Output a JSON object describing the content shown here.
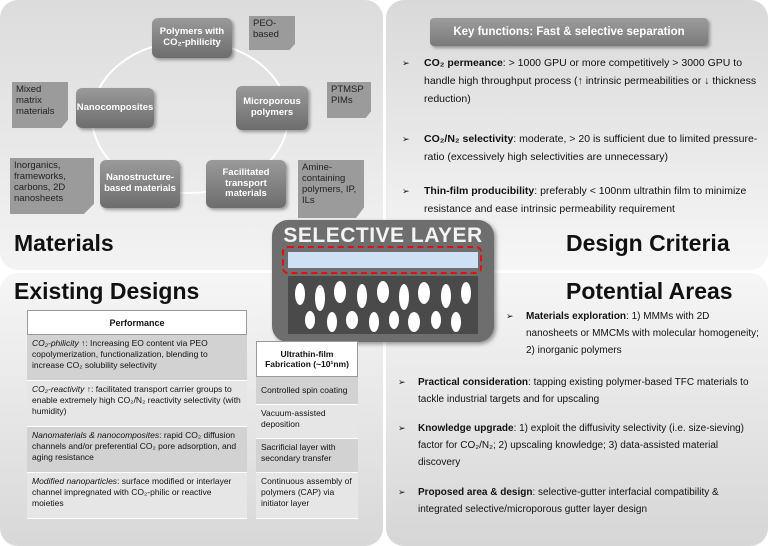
{
  "materials": {
    "title": "Materials",
    "center": "Polymers with CO₂-philicity",
    "microporous": "Microporous polymers",
    "facilitated": "Facilitated transport materials",
    "nanostructure": "Nanostructure-based materials",
    "nanocomposites": "Nanocomposites",
    "notes": {
      "peo": "PEO-based",
      "ptmsp": "PTMSP PIMs",
      "amine": "Amine-containing polymers, IP, ILs",
      "inorganics": "Inorganics, frameworks, carbons, 2D nanosheets",
      "mixed": "Mixed matrix materials"
    }
  },
  "design": {
    "title": "Design Criteria",
    "key_functions": "Key functions:  Fast & selective separation",
    "items": [
      {
        "head": "CO₂ permeance",
        "text": ": > 1000 GPU or more competitively > 3000 GPU to handle high throughput process (↑ intrinsic permeabilities or ↓ thickness reduction)"
      },
      {
        "head": "CO₂/N₂ selectivity",
        "text": ": moderate, > 20 is sufficient due to limited pressure-ratio (excessively high selectivities are unnecessary)"
      },
      {
        "head": "Thin-film producibility",
        "text": ": preferably < 100nm ultrathin film to minimize resistance and ease intrinsic permeability requirement"
      }
    ]
  },
  "center": {
    "label": "SELECTIVE LAYER"
  },
  "existing": {
    "title": "Existing Designs",
    "performance_header": "Performance",
    "performance_rows": [
      {
        "head": "CO₂-philicity ↑",
        "text": ": Increasing EO content via PEO copolymerization, functionalization, blending to increase CO₂ solubility selectivity"
      },
      {
        "head": "CO₂-reactivity ↑",
        "text": ": facilitated transport carrier groups to enable extremely high CO₂/N₂ reactivity selectivity (with humidity)"
      },
      {
        "head": "Nanomaterials & nanocomposites",
        "text": ": rapid CO₂ diffusion channels and/or preferential CO₂ pore adsorption, and aging resistance"
      },
      {
        "head": "Modified nanoparticles",
        "text": ": surface modified or interlayer channel impregnated with CO₂-philic or reactive moieties"
      }
    ],
    "fabrication_header": "Ultrathin-film Fabrication (~10¹nm)",
    "fabrication_rows": [
      "Controlled spin coating",
      "Vacuum-assisted deposition",
      "Sacrificial layer with secondary transfer",
      "Continuous assembly of polymers (CAP) via initiator layer"
    ]
  },
  "potential": {
    "title": "Potential Areas",
    "items": [
      {
        "head": "Materials exploration",
        "text": ": 1) MMMs with 2D nanosheets or MMCMs with molecular homogeneity; 2) inorganic polymers"
      },
      {
        "head": "Practical consideration",
        "text": ": tapping existing polymer-based TFC materials to tackle industrial targets and for upscaling"
      },
      {
        "head": "Knowledge upgrade",
        "text": ": 1) exploit the diffusivity selectivity (i.e. size-sieving) factor for CO₂/N₂; 2) upscaling knowledge; 3) data-assisted material discovery"
      },
      {
        "head": "Proposed area & design",
        "text": ": selective-gutter interfacial compatibility & integrated selective/microporous gutter layer design"
      }
    ]
  },
  "bullet_symbol": "➢"
}
